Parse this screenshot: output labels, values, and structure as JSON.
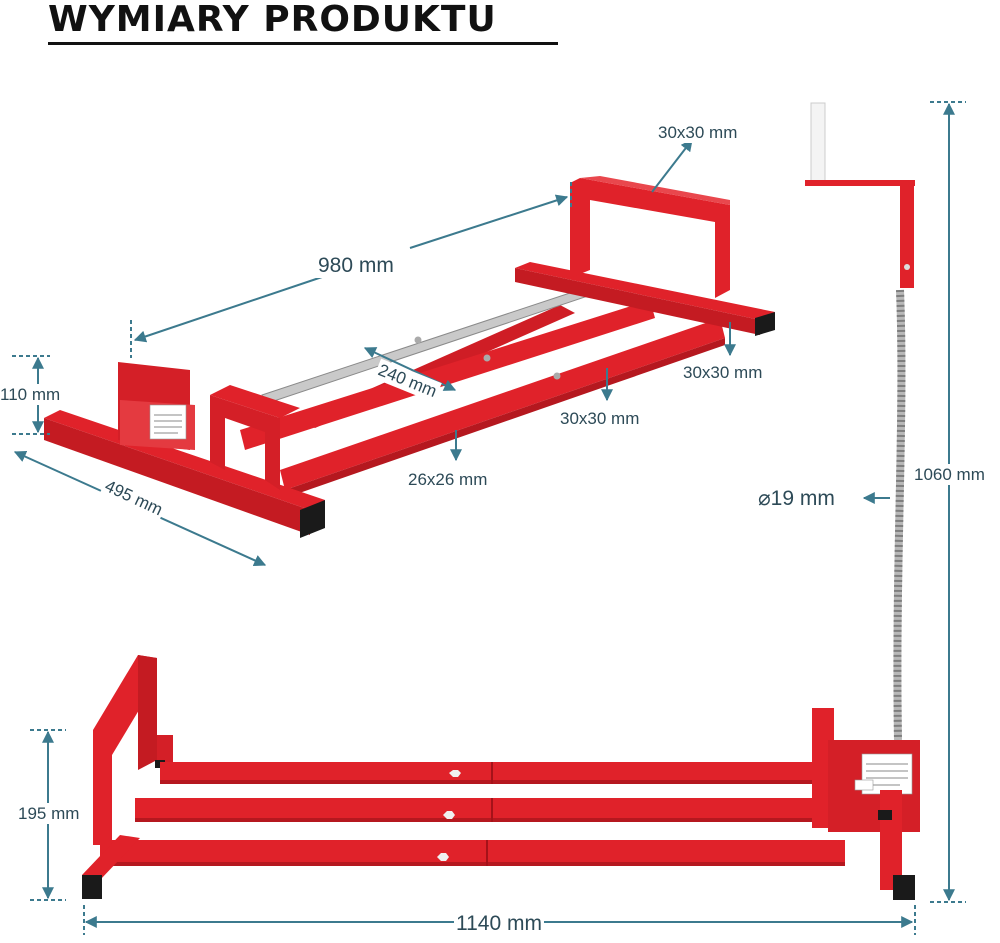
{
  "title": "WYMIARY PRODUKTU",
  "colors": {
    "frame_red": "#e0222a",
    "frame_dark": "#b5181f",
    "dimension_line": "#3c7a8e",
    "dimension_text": "#2d4a57",
    "title_text": "#111111"
  },
  "dimensions": {
    "tube_top": "30x30 mm",
    "length_980": "980 mm",
    "height_110": "110 mm",
    "spacing_240": "240 mm",
    "tube_right": "30x30 mm",
    "tube_mid": "30x30 mm",
    "tube_small": "26x26 mm",
    "width_495": "495 mm",
    "screw_diameter": "⌀19 mm",
    "height_1060": "1060 mm",
    "height_195": "195 mm",
    "length_1140": "1140 mm"
  }
}
